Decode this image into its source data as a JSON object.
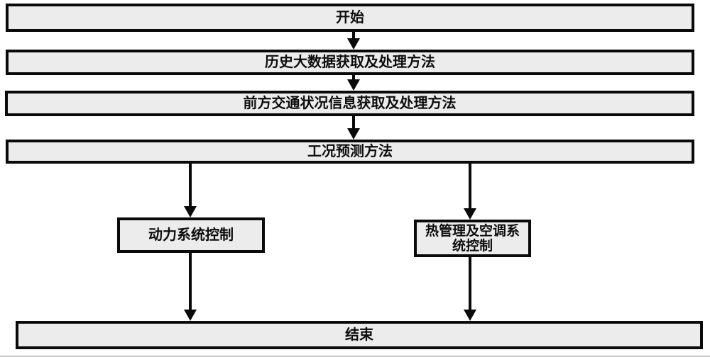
{
  "flowchart": {
    "colors": {
      "background": "#ffffff",
      "box_fill": "#ececec",
      "box_border": "#0a0a0a",
      "arrow_color": "#0a0a0a"
    },
    "nodes": {
      "start": {
        "label": "开始"
      },
      "history": {
        "label": "历史大数据获取及处理方法"
      },
      "traffic": {
        "label": "前方交通状况信息获取及处理方法"
      },
      "prediction": {
        "label": "工况预测方法"
      },
      "power": {
        "label": "动力系统控制"
      },
      "thermal": {
        "label": "热管理及空调系统控制"
      },
      "end": {
        "label": "结束"
      }
    }
  }
}
